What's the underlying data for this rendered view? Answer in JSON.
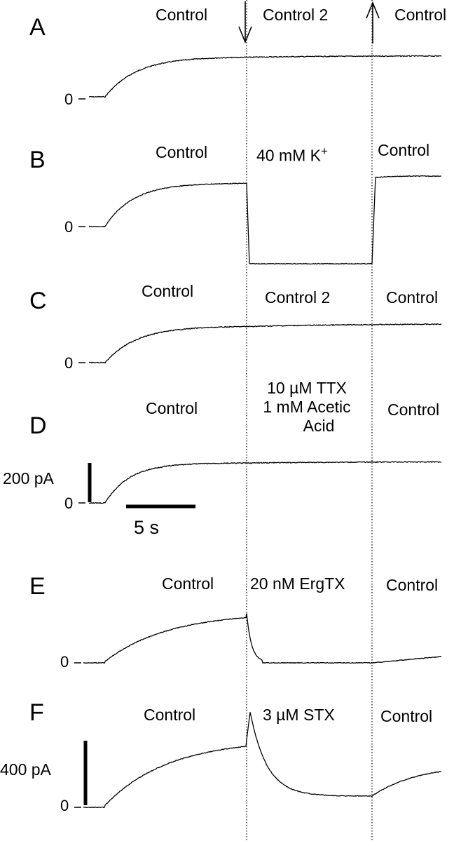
{
  "panels": [
    {
      "letter": "A",
      "left": "Control",
      "middle": "Control 2",
      "right": "Control",
      "zero": "0"
    },
    {
      "letter": "B",
      "left": "Control",
      "middle": "40 mM K",
      "middle_sup": "+",
      "right": "Control",
      "zero": "0"
    },
    {
      "letter": "C",
      "left": "Control",
      "middle": "Control 2",
      "right": "Control",
      "zero": "0"
    },
    {
      "letter": "D",
      "left": "Control",
      "middle_lines": [
        "10 µM TTX",
        "1 mM Acetic",
        "Acid"
      ],
      "right": "Control",
      "zero": "0"
    },
    {
      "letter": "E",
      "left": "Control",
      "middle": "20 nM ErgTX",
      "right": "Control",
      "zero": "0"
    },
    {
      "letter": "F",
      "left": "Control",
      "middle": "3 µM STX",
      "right": "Control",
      "zero": "0"
    }
  ],
  "scale_bars": {
    "current_small": "200 pA",
    "time": "5 s",
    "current_large": "400 pA"
  },
  "colors": {
    "trace": "#000000",
    "background": "#ffffff"
  }
}
